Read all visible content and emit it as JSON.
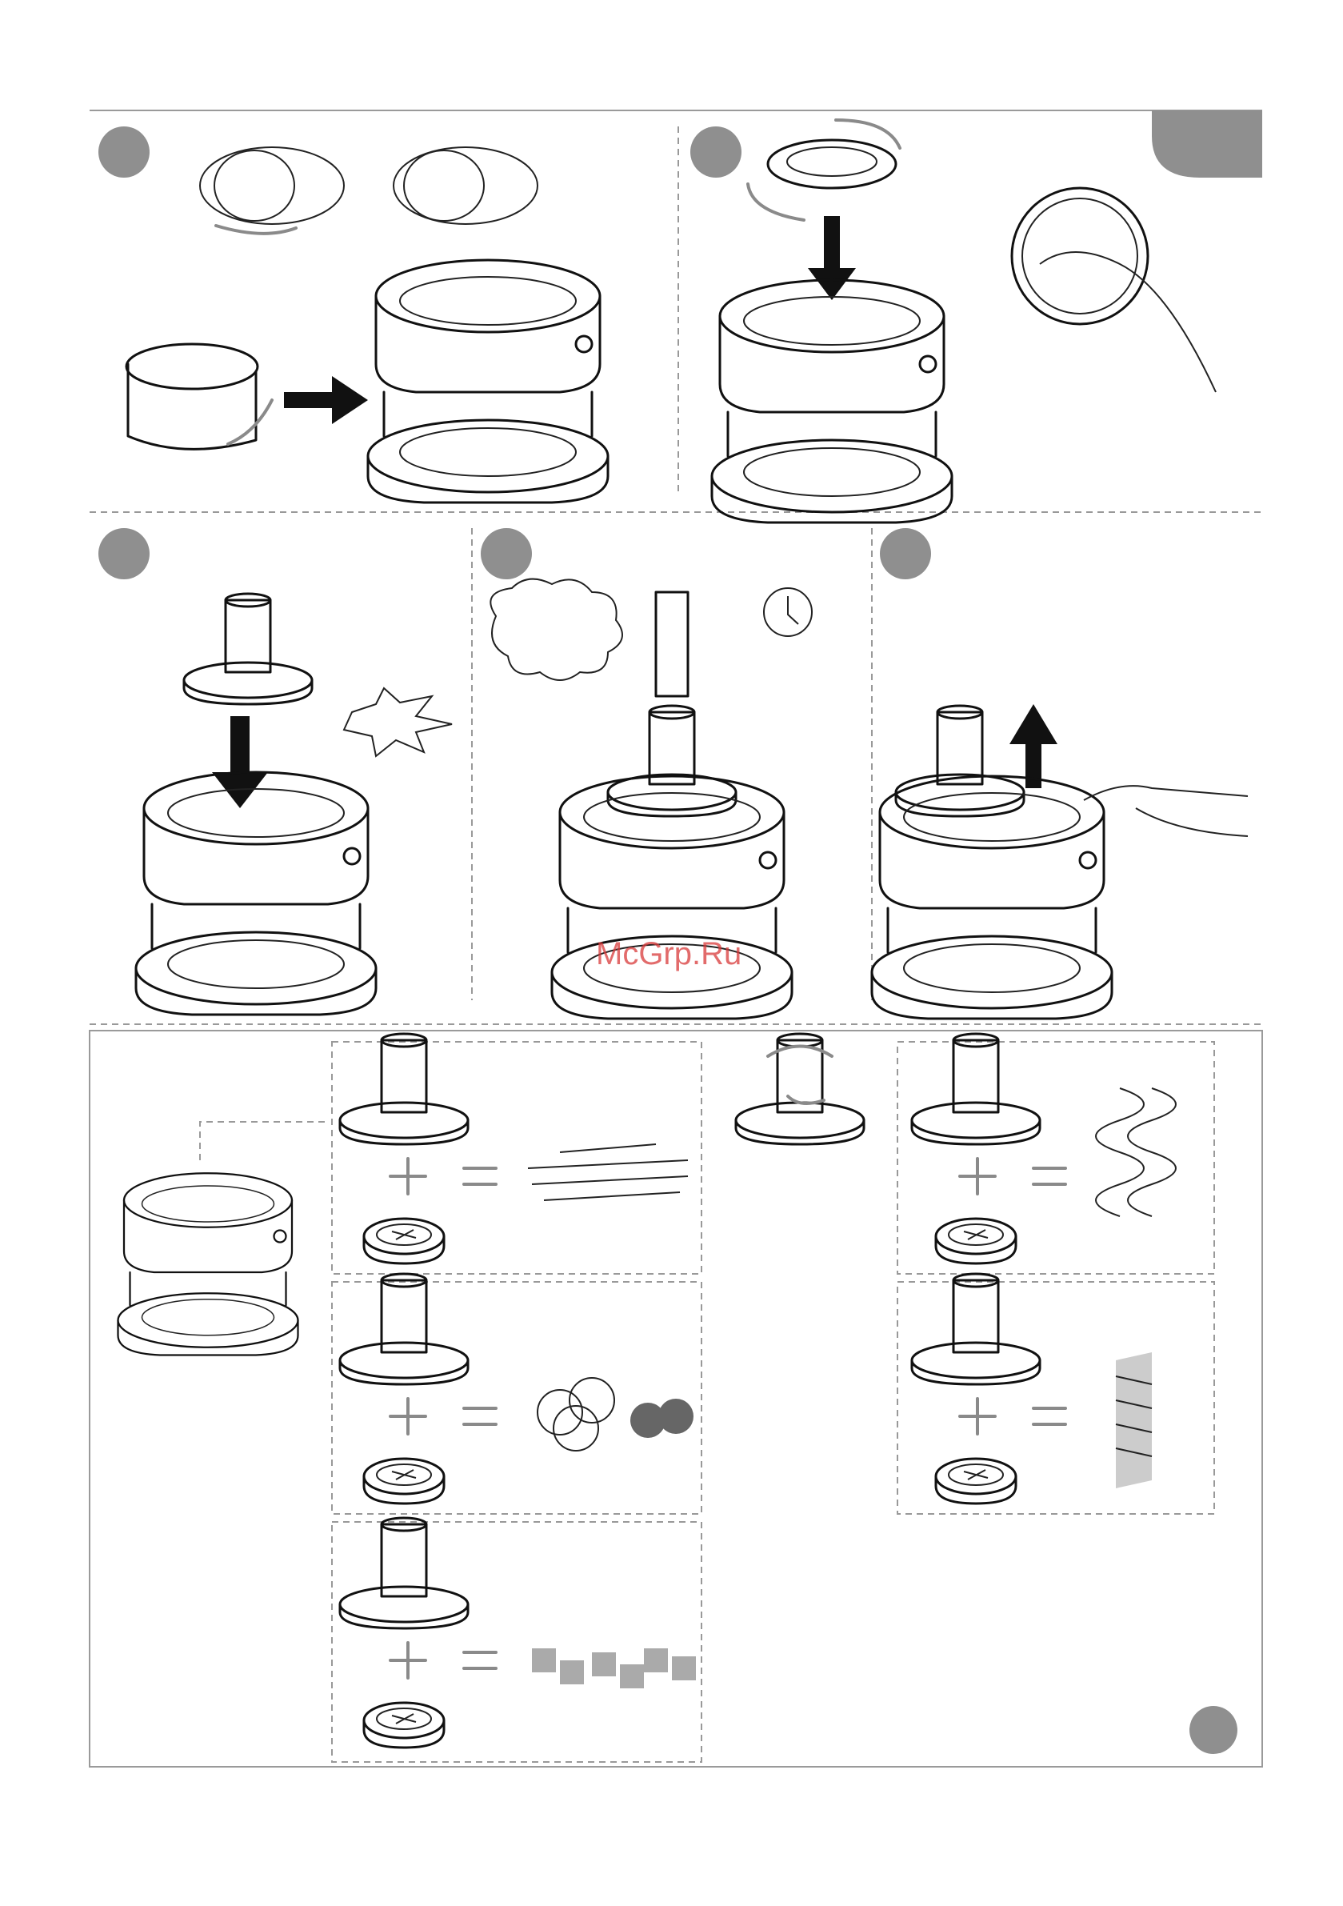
{
  "watermark": {
    "text": "McGrp.Ru"
  },
  "icons": {
    "step_marker": "step-number-circle",
    "page_tab": "page-tab",
    "arrow": "push-arrow",
    "clock": "clock-icon",
    "vegetables": "vegetables-cloud-icon",
    "click": "click-burst-icon"
  },
  "colors": {
    "marker": "#8f8f8f",
    "line": "#111111",
    "arrow_gray": "#8a8a8a",
    "watermark": "#d83a3a"
  }
}
